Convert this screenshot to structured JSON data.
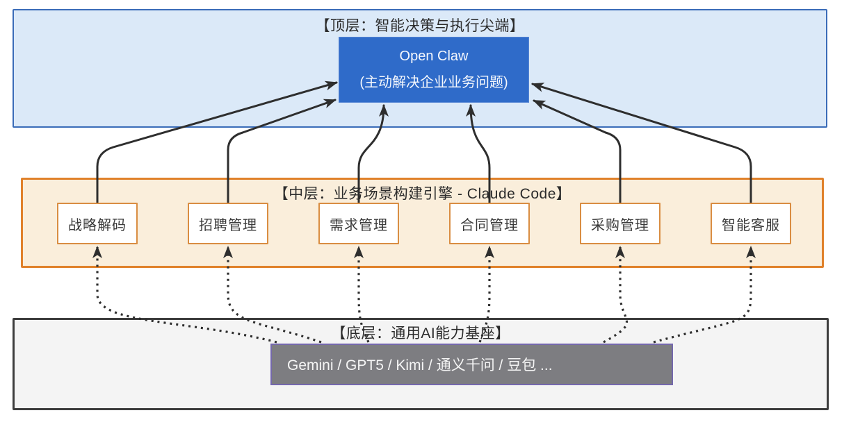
{
  "diagram": {
    "top_layer": {
      "title": "【顶层：智能决策与执行尖端】",
      "node": {
        "line1": "Open Claw",
        "line2": "(主动解决企业业务问题)"
      }
    },
    "middle_layer": {
      "title": "【中层：业务场景构建引擎 - Claude Code】",
      "modules": [
        "战略解码",
        "招聘管理",
        "需求管理",
        "合同管理",
        "采购管理",
        "智能客服"
      ]
    },
    "bottom_layer": {
      "title": "【底层：通用AI能力基座】",
      "node": {
        "label": "Gemini / GPT5 / Kimi / 通义千问 / 豆包 ..."
      }
    },
    "colors": {
      "top_fill": "#dbe9f8",
      "top_border": "#3a6cb8",
      "top_node_fill": "#2f6bc9",
      "middle_fill": "#faeedb",
      "middle_border": "#e0812a",
      "module_border": "#d98d42",
      "bottom_fill": "#f4f4f4",
      "bottom_border": "#3d3d3d",
      "base_node_fill": "#7d7d81",
      "base_node_border": "#7468ac",
      "arrow": "#2e2e2e"
    }
  }
}
